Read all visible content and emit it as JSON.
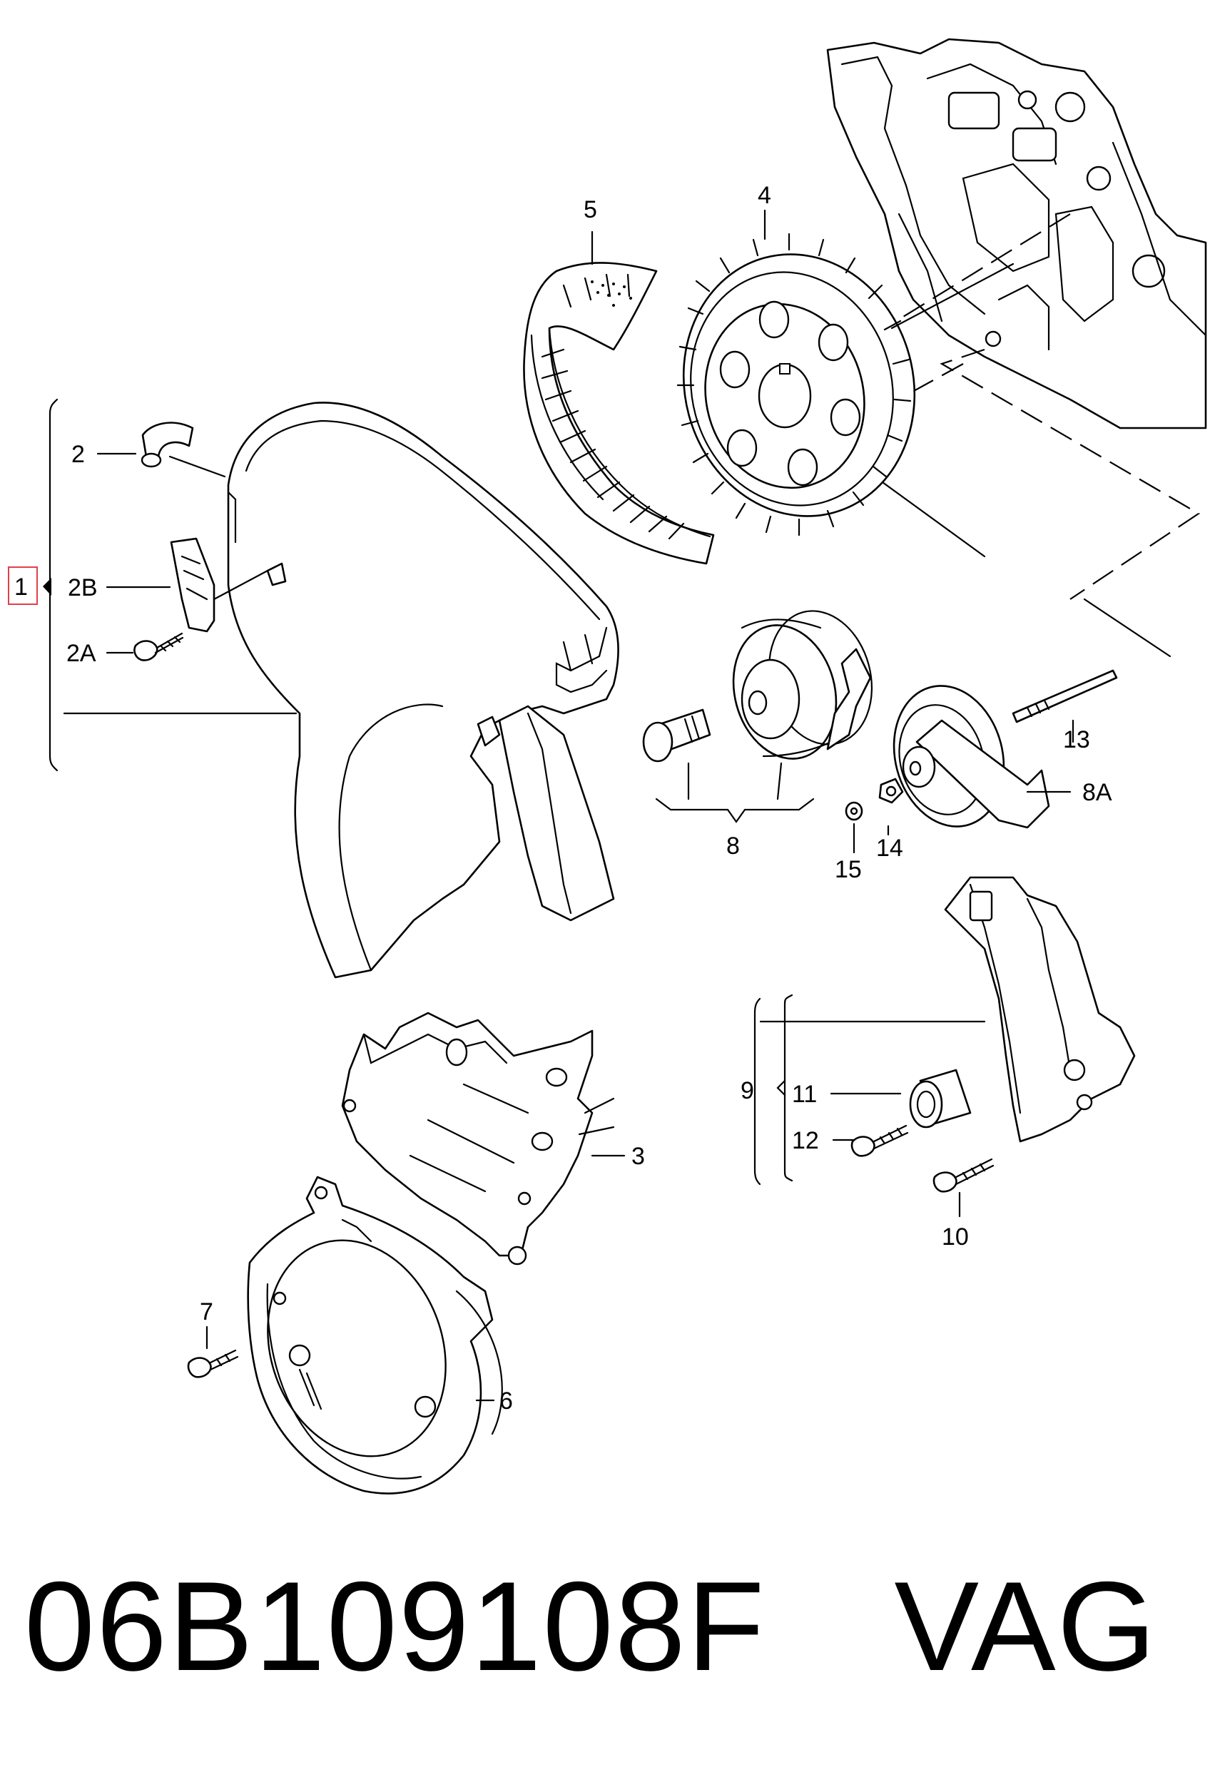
{
  "diagram": {
    "callouts": {
      "c1": "1",
      "c2": "2",
      "c2A": "2A",
      "c2B": "2B",
      "c3": "3",
      "c4": "4",
      "c5": "5",
      "c6": "6",
      "c7": "7",
      "c8": "8",
      "c8A": "8A",
      "c9": "9",
      "c10": "10",
      "c11": "11",
      "c12": "12",
      "c13": "13",
      "c14": "14",
      "c15": "15"
    },
    "highlighted_callout": "1",
    "highlight_color": "#e0404a"
  },
  "footer": {
    "part_number": "06B109108F",
    "brand": "VAG"
  }
}
